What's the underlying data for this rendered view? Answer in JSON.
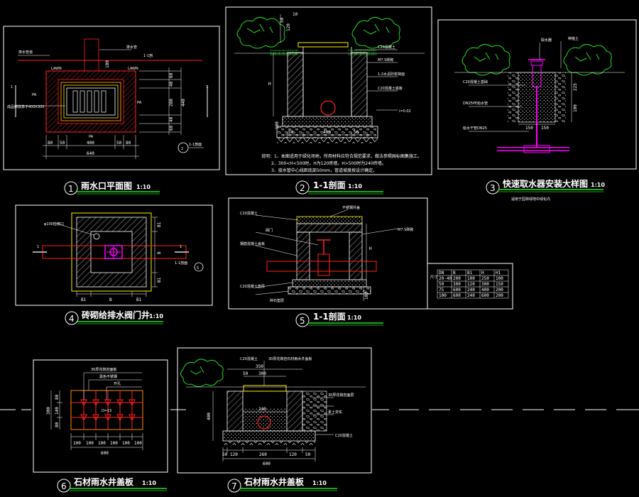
{
  "colors": {
    "background": "#000000",
    "frame": "#ffffff",
    "red": "#ff2020",
    "green": "#22dd22",
    "magenta": "#ff00ff",
    "cyan": "#00ffff",
    "yellow": "#ffee00"
  },
  "drawings": [
    {
      "num": "1",
      "title": "雨水口平面图",
      "scale": "1:10"
    },
    {
      "num": "2",
      "title": "1-1剖面",
      "scale": "1:10"
    },
    {
      "num": "3",
      "title": "快速取水器安装大样图",
      "scale": "1:10",
      "subtitle": "适用于园林绿地中绿化内"
    },
    {
      "num": "4",
      "title": "砖砌给排水阀门井",
      "scale": "1:10"
    },
    {
      "num": "5",
      "title": "1-1剖面",
      "scale": "1:10"
    },
    {
      "num": "6",
      "title": "石材雨水井盖板",
      "scale": "1:10"
    },
    {
      "num": "7",
      "title": "石材雨水井盖板",
      "scale": "1:10"
    }
  ],
  "d1": {
    "top_labels": {
      "left": "LAWN",
      "right": "LAWN"
    },
    "pa": {
      "left": "PA",
      "right": "PA",
      "bottom": "PA"
    },
    "section_tag": "1-1剖",
    "marks": {
      "left": "1",
      "right": "1"
    },
    "callouts": {
      "left": "成品铸铁箅子400X300"
    },
    "dim_right": [
      "60",
      "40",
      "280",
      "40",
      "60"
    ],
    "dim_right_total": "440",
    "dim_top": "100",
    "dim_bottom": [
      "80",
      "50",
      "400",
      "50",
      "80"
    ],
    "dim_bottom_total": "640",
    "badge": "2",
    "badge_tag": "1-1剖面"
  },
  "d2": {
    "dims_top": [
      "50",
      "120",
      "10"
    ],
    "dim_h": "H",
    "dims_bottom": [
      "50",
      "400",
      "50"
    ],
    "dim_side": "100",
    "labels": [
      "C20混凝土",
      "M7.5砖砌",
      "1:2水泥砂浆抹面",
      "C20混凝土底板",
      "i=0.02"
    ],
    "notes": [
      "说明：1、本图适用于绿化场地，所用材料应符合规范要求，做法参照国标图集施工。",
      "2、300<H<500时，H为120砖墙，H>500时为240砖墙。",
      "3、接水管中心线距底部50mm，管道坡度按设计确定。"
    ]
  },
  "d3": {
    "labels": [
      "取水器",
      "种植土",
      "C20混凝土基础",
      "DN25PE给水管",
      "给水干管DN25"
    ],
    "dims": {
      "bottom": [
        "150",
        "150"
      ],
      "side": [
        "225",
        "100"
      ]
    }
  },
  "d4": {
    "marks": {
      "left": "1",
      "right": "1"
    },
    "section_tag": "1-1剖面",
    "label": "φ100检修口",
    "dims_bottom": [
      "B1",
      "B",
      "B1"
    ],
    "dims_side": [
      "B1",
      "B",
      "B1"
    ],
    "badge": "5"
  },
  "d5": {
    "labels": [
      "不锈钢井盖",
      "C20混凝土",
      "阀门",
      "钢筋混凝土盖板",
      "M7.5砖砌",
      "C20混凝土垫层",
      "碎石垫层"
    ],
    "dims": {
      "side_a": "H",
      "side_b": "100"
    }
  },
  "table": {
    "header": [
      "DN",
      "B",
      "B1",
      "H",
      "H1"
    ],
    "rows": [
      [
        "20-40",
        "200",
        "100",
        "250",
        "100"
      ],
      [
        "50",
        "300",
        "120",
        "300",
        "150"
      ],
      [
        "75",
        "600",
        "240",
        "400",
        "200"
      ],
      [
        "100",
        "600",
        "240",
        "600",
        "200"
      ]
    ]
  },
  "d6": {
    "labels": [
      "30厚花岗岩面板",
      "黑色不锈钢",
      "开孔"
    ],
    "dims_bottom": [
      "100",
      "100",
      "100",
      "100",
      "100",
      "100"
    ],
    "dim_bottom_total": "600",
    "dims_side": [
      "80",
      "140",
      "80"
    ],
    "dim_side_total": "300",
    "hole": "D=15"
  },
  "d7": {
    "dims_top": [
      "350",
      "50",
      "300"
    ],
    "dim_inner": "240",
    "dims_bottom_a": [
      "50",
      "120",
      "260",
      "120",
      "50"
    ],
    "dim_bottom_total": "600",
    "dim_side": "400",
    "labels": [
      "C20混凝土",
      "30厚花岗岩石材雨水井盖板",
      "30厚花岗岩面层",
      "素土夯实",
      "C20混凝土"
    ]
  }
}
